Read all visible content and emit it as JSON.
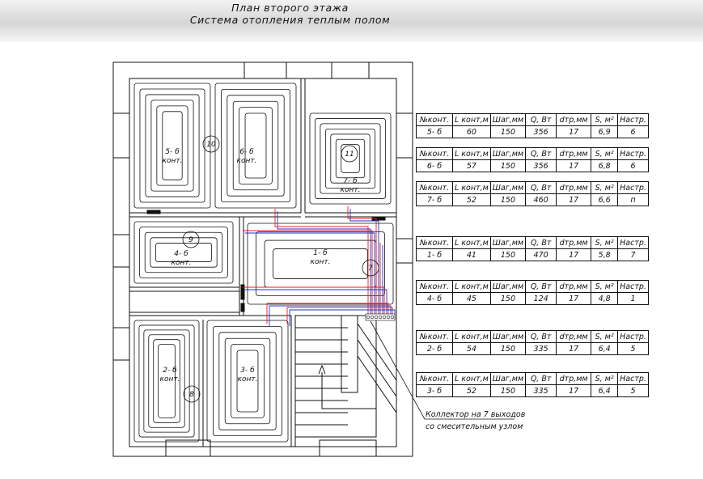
{
  "header": {
    "title_line1": "План второго этажа",
    "title_line2": "Система отопления теплым полом"
  },
  "plan": {
    "loop_labels": [
      {
        "name": "5-б",
        "num": "10",
        "text": "5- б",
        "sub": "конт."
      },
      {
        "name": "6-б",
        "num": "",
        "text": "6- б",
        "sub": "конт."
      },
      {
        "name": "7-б",
        "num": "11",
        "text": "7- б",
        "sub": "конт."
      },
      {
        "name": "4-б",
        "num": "9",
        "text": "4- б",
        "sub": "конт."
      },
      {
        "name": "1-б",
        "num": "7",
        "text": "1- б",
        "sub": "конт."
      },
      {
        "name": "2-б",
        "num": "8",
        "text": "2- б",
        "sub": "конт."
      },
      {
        "name": "3-б",
        "num": "",
        "text": "3- б",
        "sub": "конт."
      }
    ],
    "colors": {
      "supply": "#e02020",
      "return": "#2030d0",
      "lines": "#111111"
    }
  },
  "table_header": [
    "№конт.",
    "L конт,м",
    "Шаг,мм",
    "Q, Вт",
    "dтр,мм",
    "S, м²",
    "Настр."
  ],
  "tables": [
    {
      "id": "5-б",
      "row": [
        "5- б",
        "60",
        "150",
        "356",
        "17",
        "6,9",
        "6"
      ]
    },
    {
      "id": "6-б",
      "row": [
        "6- б",
        "57",
        "150",
        "356",
        "17",
        "6,8",
        "6"
      ]
    },
    {
      "id": "7-б",
      "row": [
        "7- б",
        "52",
        "150",
        "460",
        "17",
        "6,6",
        "п"
      ]
    },
    {
      "id": "1-б",
      "row": [
        "1- б",
        "41",
        "150",
        "470",
        "17",
        "5,8",
        "7"
      ]
    },
    {
      "id": "4-б",
      "row": [
        "4- б",
        "45",
        "150",
        "124",
        "17",
        "4,8",
        "1"
      ]
    },
    {
      "id": "2-б",
      "row": [
        "2- б",
        "54",
        "150",
        "335",
        "17",
        "6,4",
        "5"
      ]
    },
    {
      "id": "3-б",
      "row": [
        "3- б",
        "52",
        "150",
        "335",
        "17",
        "6,4",
        "5"
      ]
    }
  ],
  "collector_note": {
    "line1": "Коллектор на 7 выходов",
    "line2": "со смесительным узлом"
  }
}
